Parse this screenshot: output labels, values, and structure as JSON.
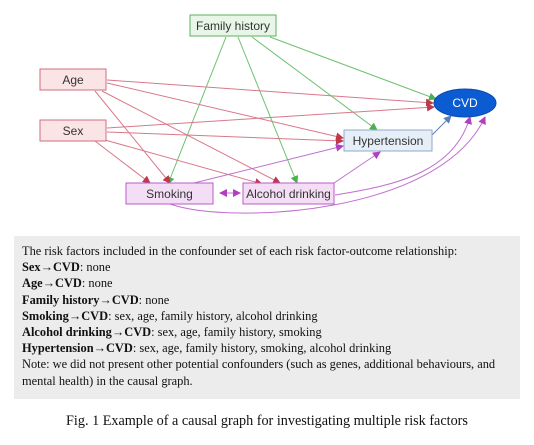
{
  "nodes": {
    "family_history": "Family history",
    "age": "Age",
    "sex": "Sex",
    "cvd": "CVD",
    "hypertension": "Hypertension",
    "smoking": "Smoking",
    "alcohol": "Alcohol drinking"
  },
  "colors": {
    "family_history": "#4caf50",
    "age_sex": "#c0394b",
    "behaviour": "#b040c0",
    "hypertension": "#7090c0",
    "cvd_fill": "#0b5bd3"
  },
  "legend": {
    "intro": "The risk factors included in the confounder set of each risk factor-outcome relationship:",
    "rows": [
      {
        "label": "Sex→CVD",
        "text": ": none"
      },
      {
        "label": "Age→CVD",
        "text": ": none"
      },
      {
        "label": "Family history→CVD",
        "text": ": none"
      },
      {
        "label": "Smoking→CVD",
        "text": ": sex, age, family history, alcohol drinking"
      },
      {
        "label": "Alcohol drinking→CVD",
        "text": ": sex, age, family history, smoking"
      },
      {
        "label": "Hypertension→CVD",
        "text": ": sex, age, family history, smoking, alcohol drinking"
      }
    ],
    "note": "Note: we did not present other potential confounders (such as genes, additional behaviours, and mental health) in the causal graph."
  },
  "caption": "Fig. 1 Example of a causal graph for investigating multiple risk factors"
}
